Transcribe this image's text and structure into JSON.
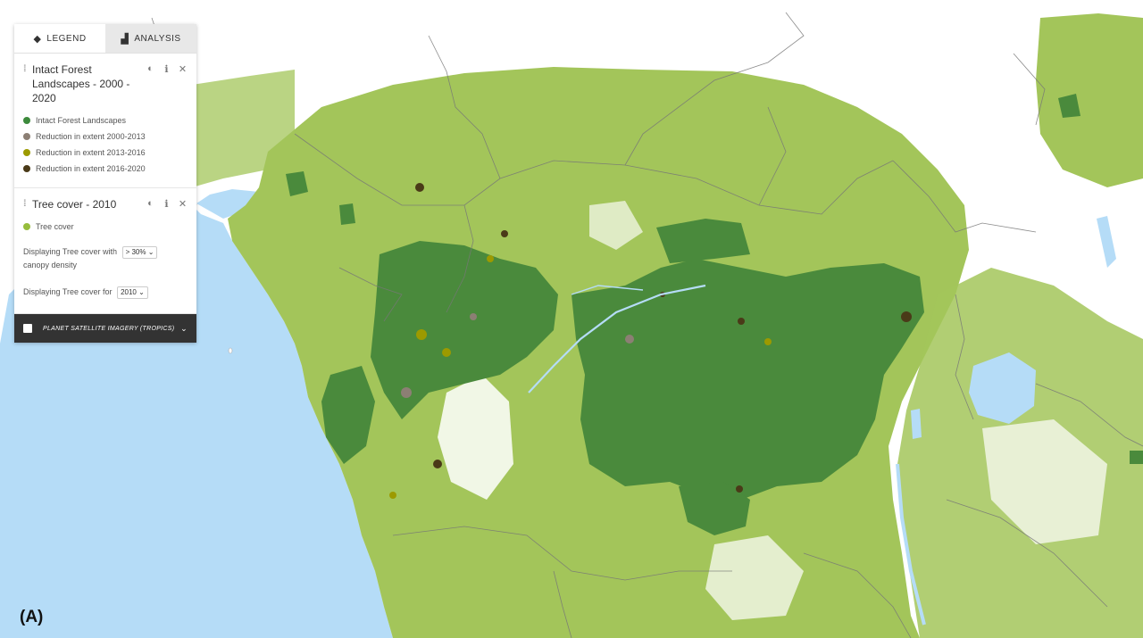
{
  "tabs": {
    "legend": "LEGEND",
    "analysis": "ANALYSIS"
  },
  "layers": [
    {
      "title": "Intact Forest Landscapes - 2000 - 2020",
      "items": [
        {
          "label": "Intact Forest Landscapes",
          "color": "#3d8a3c"
        },
        {
          "label": "Reduction in extent 2000-2013",
          "color": "#8c7f74"
        },
        {
          "label": "Reduction in extent 2013-2016",
          "color": "#9c9a00"
        },
        {
          "label": "Reduction in extent 2016-2020",
          "color": "#4a3a18"
        }
      ]
    },
    {
      "title": "Tree cover - 2010",
      "items": [
        {
          "label": "Tree cover",
          "color": "#97bd3d"
        }
      ],
      "density_prefix": "Displaying Tree cover with",
      "density_value": "> 30%",
      "density_suffix": "canopy density",
      "year_prefix": "Displaying Tree cover for",
      "year_value": "2010"
    }
  ],
  "planet": {
    "label": "PLANET SATELLITE IMAGERY (TROPICS)"
  },
  "figure_label": "(A)",
  "colors": {
    "water": "#b5dcf7",
    "tree_cover": "#a3c55a",
    "intact_forest": "#4a8a3c",
    "land": "#ffffff"
  }
}
